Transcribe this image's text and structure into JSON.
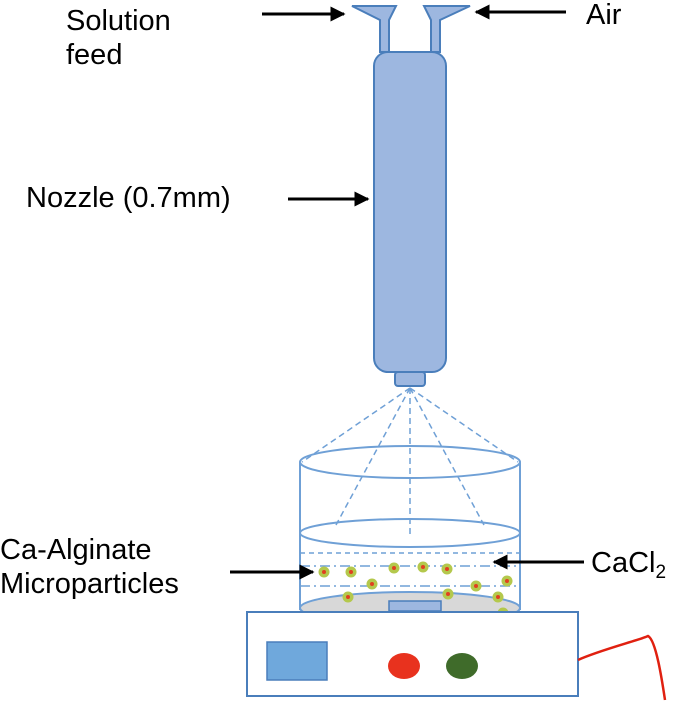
{
  "labels": {
    "solution_feed_line1": "Solution",
    "solution_feed_line2": "feed",
    "air": "Air",
    "nozzle": "Nozzle (0.7mm)",
    "microparticles_line1": "Ca-Alginate",
    "microparticles_line2": "Microparticles",
    "cacl2_main": "CaCl",
    "cacl2_sub": "2"
  },
  "colors": {
    "nozzle_fill": "#9db7e0",
    "nozzle_stroke": "#4a7ebb",
    "spray": "#6fa0d6",
    "beaker_stroke": "#6fa0d6",
    "particle_fill": "#b4c84c",
    "particle_core": "#e04020",
    "stirrer_box": "#4a7ebb",
    "stirrer_panel": "#6fa8dc",
    "button_red": "#e8321e",
    "button_green": "#3f6b2a",
    "cable": "#e02010",
    "plate_fill": "#d8d8d8"
  }
}
